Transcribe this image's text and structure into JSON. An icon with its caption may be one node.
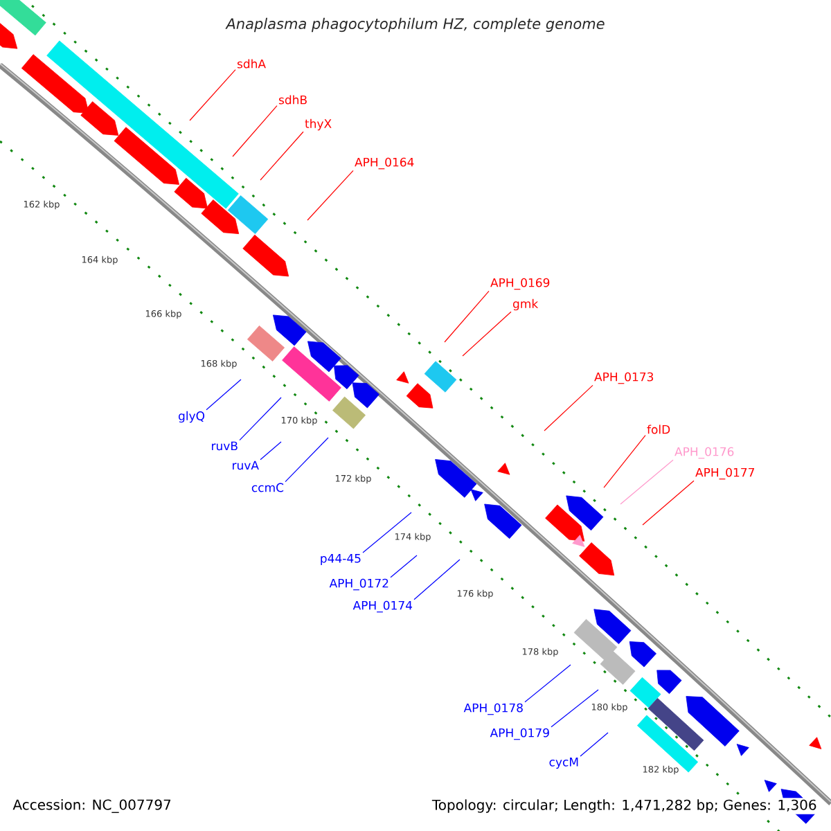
{
  "diagram": {
    "title": "Anaplasma phagocytophilum HZ, complete genome",
    "nodes": [
      {
        "text": [
          "sdhA"
        ]
      },
      {
        "text": [
          "sdhB"
        ]
      },
      {
        "text": [
          "thyX"
        ]
      },
      {
        "text": [
          "APH_0164"
        ]
      },
      {
        "text": [
          "APH_0169"
        ]
      },
      {
        "text": [
          "gmk"
        ]
      },
      {
        "text": [
          "APH_0173"
        ]
      },
      {
        "text": [
          "glyQ"
        ]
      },
      {
        "text": [
          "folD"
        ]
      },
      {
        "text": [
          "ruvB"
        ]
      },
      {
        "text": [
          "APH_0176"
        ]
      },
      {
        "text": [
          "ruvA"
        ]
      },
      {
        "text": [
          "APH_0177"
        ]
      },
      {
        "text": [
          "ccmC"
        ]
      },
      {
        "text": [
          "p44-45"
        ]
      },
      {
        "text": [
          "APH_0172"
        ]
      },
      {
        "text": [
          "APH_0174"
        ]
      },
      {
        "text": [
          "APH_0178"
        ]
      },
      {
        "text": [
          "APH_0179"
        ]
      },
      {
        "text": [
          "cycM"
        ]
      }
    ],
    "edges": [
      {
        "from": 0,
        "to": null,
        "arrow": "none",
        "color": "#ff0000"
      },
      {
        "from": 1,
        "to": null,
        "arrow": "none",
        "color": "#ff0000"
      },
      {
        "from": 2,
        "to": null,
        "arrow": "none",
        "color": "#ff0000"
      },
      {
        "from": 3,
        "to": null,
        "arrow": "none",
        "color": "#ff0000"
      },
      {
        "from": 4,
        "to": null,
        "arrow": "none",
        "color": "#ff0000"
      },
      {
        "from": 5,
        "to": null,
        "arrow": "none",
        "color": "#ff0000"
      },
      {
        "from": 6,
        "to": null,
        "arrow": "none",
        "color": "#ff0000"
      },
      {
        "from": 7,
        "to": null,
        "arrow": "none"
      },
      {
        "from": 8,
        "to": null,
        "arrow": "none",
        "color": "#ff0000"
      },
      {
        "from": 9,
        "to": null,
        "arrow": "none"
      },
      {
        "from": 10,
        "to": null,
        "arrow": "none",
        "color": "#ff99cc"
      },
      {
        "from": 11,
        "to": null,
        "arrow": "none"
      },
      {
        "from": 12,
        "to": null,
        "arrow": "none",
        "color": "#ff0000"
      },
      {
        "from": 13,
        "to": null,
        "arrow": "none"
      },
      {
        "from": 14,
        "to": null,
        "arrow": "none"
      },
      {
        "from": 15,
        "to": null,
        "arrow": "none"
      },
      {
        "from": 16,
        "to": null,
        "arrow": "none"
      },
      {
        "from": 17,
        "to": null,
        "arrow": "none"
      },
      {
        "from": 18,
        "to": null,
        "arrow": "none"
      },
      {
        "from": 19,
        "to": null,
        "arrow": "none"
      }
    ],
    "labels": [
      "162 kbp",
      "164 kbp",
      "166 kbp",
      "168 kbp",
      "170 kbp",
      "172 kbp",
      "174 kbp",
      "176 kbp",
      "178 kbp",
      "180 kbp",
      "182 kbp",
      "Accession: NC_007797",
      "Topology: circular; Length: 1,471,282 bp; Genes: 1,306"
    ]
  }
}
